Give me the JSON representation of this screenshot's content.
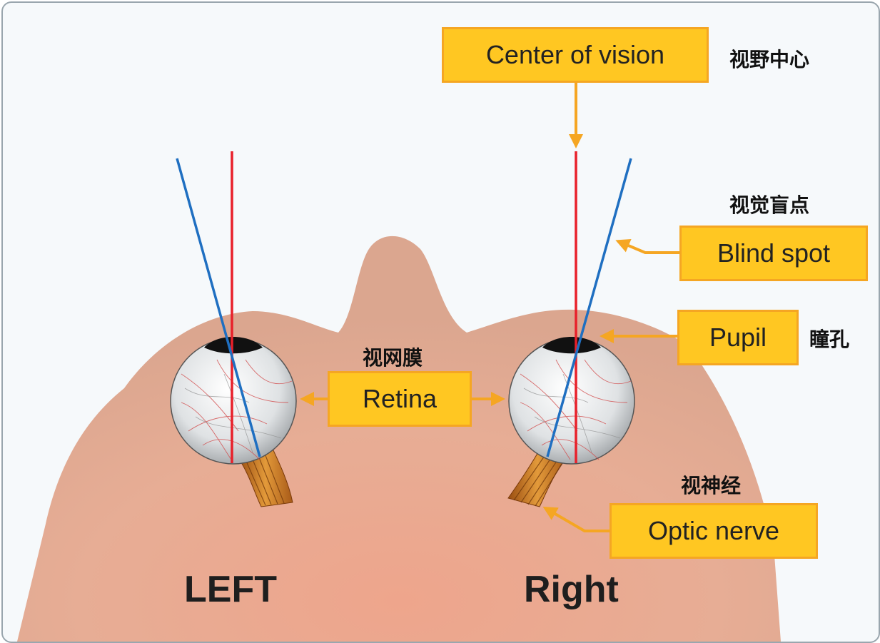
{
  "labels": {
    "center_of_vision": "Center of vision",
    "blind_spot": "Blind spot",
    "pupil": "Pupil",
    "retina": "Retina",
    "optic_nerve": "Optic nerve"
  },
  "chinese_labels": {
    "center_of_vision": "视野中心",
    "blind_spot": "视觉盲点",
    "pupil": "瞳孔",
    "retina": "视网膜",
    "optic_nerve": "视神经"
  },
  "sides": {
    "left": "LEFT",
    "right": "Right"
  },
  "colors": {
    "head_skin": "#e8ab92",
    "label_fill": "#ffc722",
    "label_border": "#f5a623",
    "arrow": "#f5a623",
    "center_line": "#e8202a",
    "blind_spot_line": "#1f6fc1",
    "optic_nerve": "#c8782a"
  }
}
